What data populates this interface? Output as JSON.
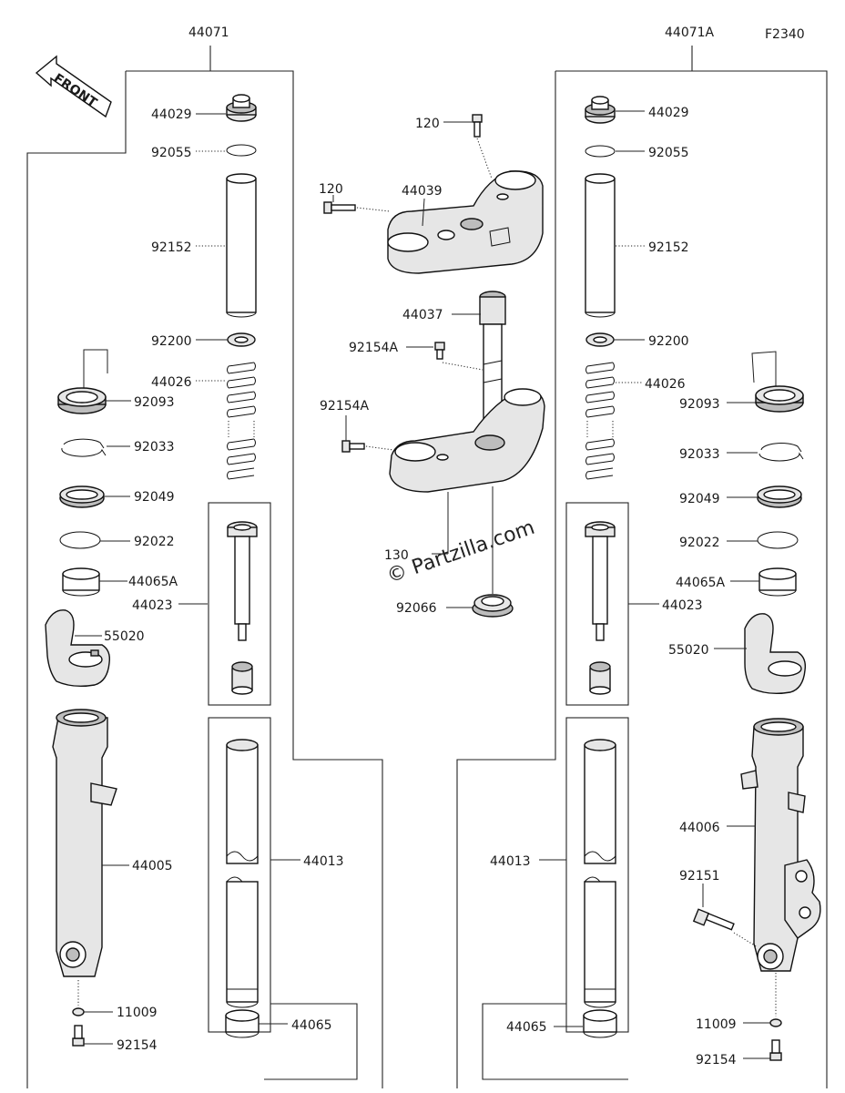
{
  "figure_code": "F2340",
  "front_label": "FRONT",
  "watermark": "© Partzilla.com",
  "assemblies": {
    "left": "44071",
    "right": "44071A"
  },
  "labels": {
    "l_44029": "44029",
    "l_92055": "92055",
    "l_92152": "92152",
    "l_92200": "92200",
    "l_44026": "44026",
    "l_92093": "92093",
    "l_92033": "92033",
    "l_92049": "92049",
    "l_92022": "92022",
    "l_44065A": "44065A",
    "l_44023": "44023",
    "l_55020": "55020",
    "l_44005": "44005",
    "l_44013": "44013",
    "l_11009": "11009",
    "l_44065": "44065",
    "l_92154": "92154",
    "c_120a": "120",
    "c_120b": "120",
    "c_44039": "44039",
    "c_44037": "44037",
    "c_92154Aa": "92154A",
    "c_92154Ab": "92154A",
    "c_130": "130",
    "c_92066": "92066",
    "r_44029": "44029",
    "r_92055": "92055",
    "r_92152": "92152",
    "r_92200": "92200",
    "r_44026": "44026",
    "r_92093": "92093",
    "r_92033": "92033",
    "r_92049": "92049",
    "r_92022": "92022",
    "r_44065A": "44065A",
    "r_44023": "44023",
    "r_55020": "55020",
    "r_44006": "44006",
    "r_92151": "92151",
    "r_44013": "44013",
    "r_44065": "44065",
    "r_11009": "11009",
    "r_92154": "92154"
  }
}
